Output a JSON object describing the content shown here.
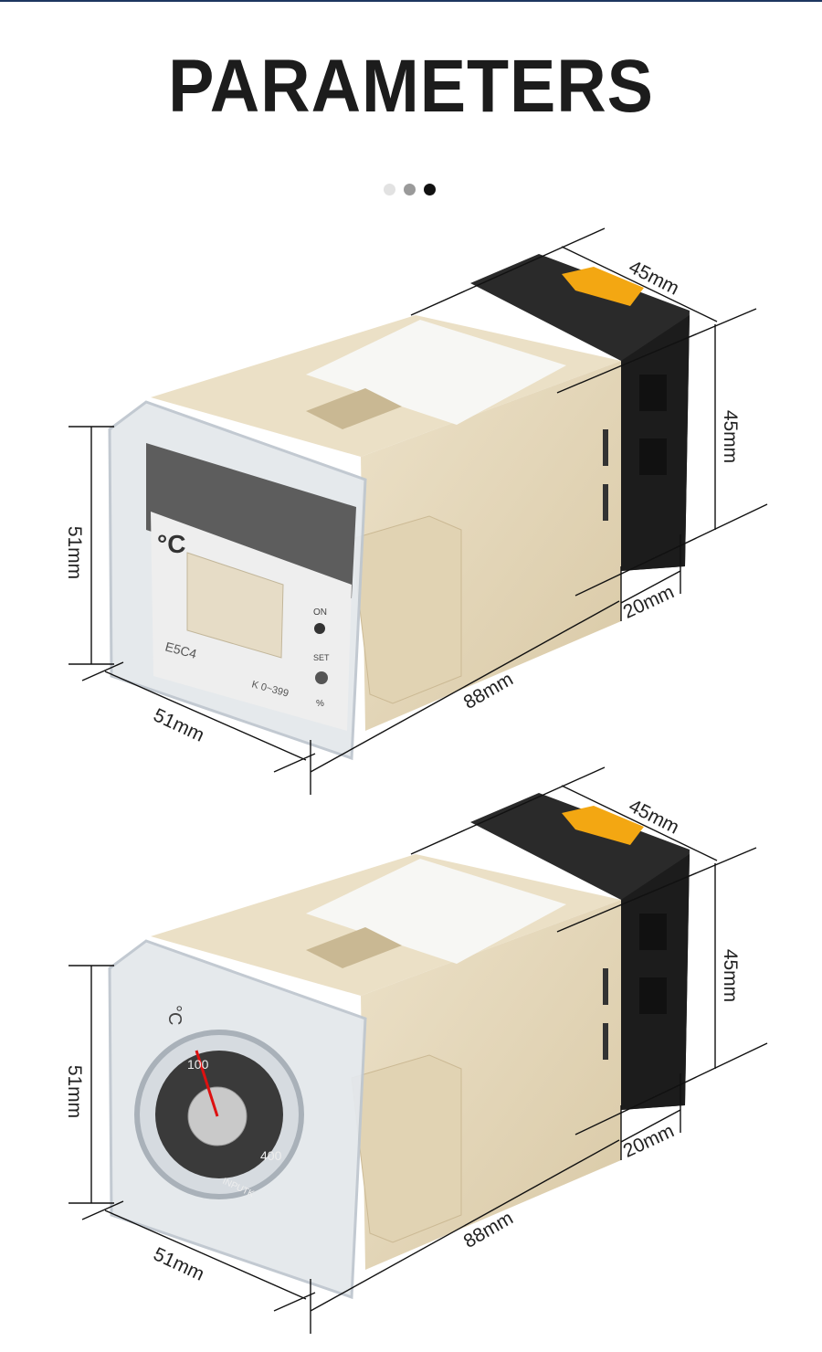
{
  "header": {
    "title": "PARAMETERS"
  },
  "carousel": {
    "dots": [
      {
        "color": "#e2e2e2"
      },
      {
        "color": "#9a9a9a"
      },
      {
        "color": "#111111"
      }
    ],
    "active_index": 2
  },
  "products": [
    {
      "variant": "digital-switch",
      "face": {
        "unit": "°C",
        "model": "E5C4",
        "range": "K 0~399",
        "on_label": "ON",
        "set_label": "SET",
        "percent_label": "%"
      },
      "dimensions": {
        "width_front": "51mm",
        "height_front": "51mm",
        "length": "88mm",
        "socket_width": "45mm",
        "socket_height": "45mm",
        "socket_depth": "20mm"
      }
    },
    {
      "variant": "dial",
      "face": {
        "unit": "°C",
        "dial_marks": [
          "100",
          "400"
        ],
        "input_label": "INPUTK"
      },
      "dimensions": {
        "width_front": "51mm",
        "height_front": "51mm",
        "length": "88mm",
        "socket_width": "45mm",
        "socket_height": "45mm",
        "socket_depth": "20mm"
      }
    }
  ],
  "colors": {
    "body": "#e4d6b8",
    "socket": "#262626",
    "clip": "#f3a712",
    "cover": "#dfe6ec"
  }
}
